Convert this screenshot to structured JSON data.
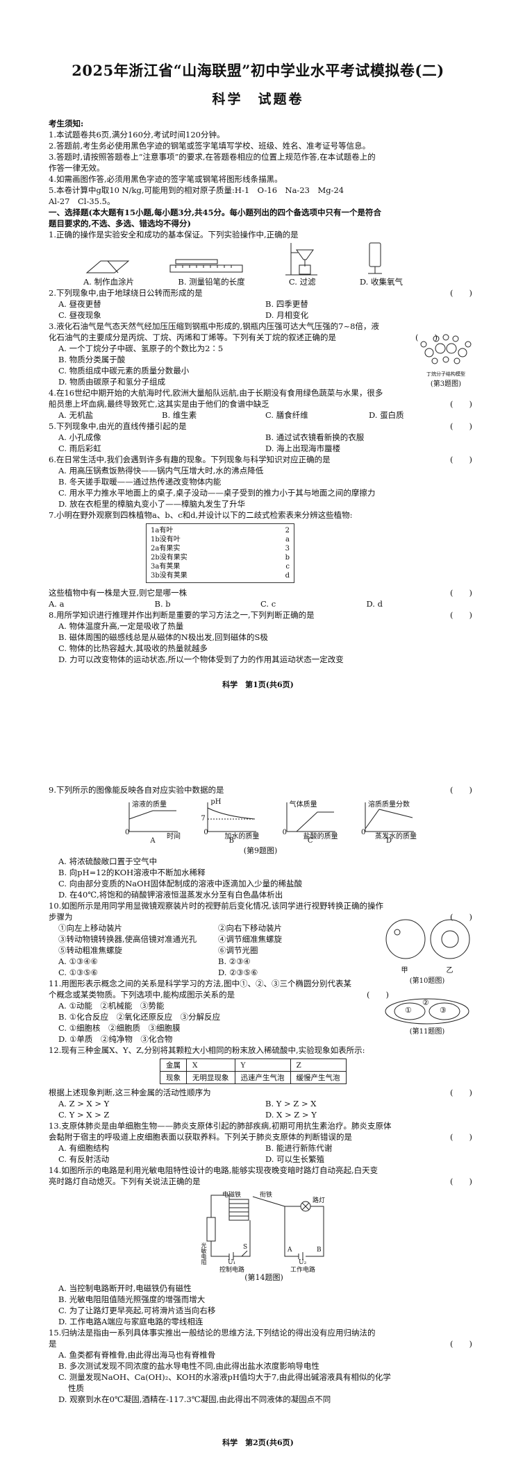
{
  "title": "2025年浙江省“山海联盟”初中学业水平考试模拟卷(二)",
  "subtitle": "科学　试题卷",
  "notice": {
    "heading": "考生须知:",
    "items": [
      "1.本试题卷共6页,满分160分,考试时间120分钟。",
      "2.答题前,考生务必使用黑色字迹的钢笔或签字笔填写学校、班级、姓名、准考证号等信息。",
      "3.答题时,请按照答题卷上“注意事项”的要求,在答题卷相应的位置上规范作答,在本试题卷上的",
      "作答一律无效。",
      "4.如需画图作答,必须用黑色字迹的签字笔或钢笔将图形线条描黑。",
      "5.本卷计算中g取10 N/kg,可能用到的相对原子质量:H-1　O-16　Na-23　Mg-24",
      "Al-27　Cl-35.5。"
    ]
  },
  "section1": {
    "line1": "一、选择题(本大题有15小题,每小题3分,共45分。每小题列出的四个备选项中只有一个是符合",
    "line2": "题目要求的,不选、多选、错选均不得分)"
  },
  "paren": "(　　)",
  "q1": {
    "stem": "1.正确的操作是实验安全和成功的基本保证。下列实验操作中,正确的是",
    "options": [
      "A. 制作血涂片",
      "B. 测量铅笔的长度",
      "C. 过滤",
      "D. 收集氧气"
    ]
  },
  "q2": {
    "stem": "2.下列现象中,由于地球绕日公转而形成的是",
    "options": [
      "A. 昼夜更替",
      "B. 四季更替",
      "C. 昼夜现象",
      "D. 月相变化"
    ]
  },
  "q3": {
    "stem": "3.液化石油气是气态天然气经加压压缩到钢瓶中形成的,钢瓶内压强可达大气压强的7~8倍，液",
    "stem2": "化石油气的主要成分是丙烷、丁烷、丙烯和丁烯等。下列有关丁烷的叙述正确的是",
    "options": [
      "A. 一个丁烷分子中碳、氢原子的个数比为2∶5",
      "B. 物质分类属于酸",
      "C. 物质组成中碳元素的质量分数最小",
      "D. 物质由碳原子和氢分子组成"
    ],
    "fig_label": "丁烷分子结构模型",
    "fig_caption": "(第3题图)"
  },
  "q4": {
    "stem": "4.在16世纪中期开始的大航海时代,欧洲大量船队远航,由于长期没有食用绿色蔬菜与水果，很多",
    "stem2": "船员患上坏血病,最终导致死亡,这其实是由于他们的食谱中缺乏",
    "options": [
      "A. 无机盐",
      "B. 维生素",
      "C. 膳食纤维",
      "D. 蛋白质"
    ]
  },
  "q5": {
    "stem": "5.下列现象中,由光的直线传播引起的是",
    "options": [
      "A. 小孔成像",
      "B. 通过试衣镜看新换的衣服",
      "C. 雨后彩虹",
      "D. 海上出现海市蜃楼"
    ]
  },
  "q6": {
    "stem": "6.在日常生活中,我们会遇到许多有趣的现象。下列现象与科学知识对应正确的是",
    "options": [
      "A. 用高压锅煮饭熟得快——锅内气压增大时,水的沸点降低",
      "B. 冬天搓手取暖——通过热传递改变物体内能",
      "C. 用水平力推水平地面上的桌子,桌子没动——桌子受到的推力小于其与地面之间的摩擦力",
      "D. 放在衣柜里的樟脑丸变小了——樟脑丸发生了升华"
    ]
  },
  "q7": {
    "stem": "7.小明在野外观察到四株植物a、b、c和d,并设计以下的二歧式检索表来分辨这些植物:",
    "key": [
      {
        "t": "1a有叶",
        "r": "2"
      },
      {
        "t": "1b没有叶",
        "r": "a"
      },
      {
        "t": "2a有果实",
        "r": "3"
      },
      {
        "t": "2b没有果实",
        "r": "b"
      },
      {
        "t": "3a有荚果",
        "r": "c"
      },
      {
        "t": "3b没有荚果",
        "r": "d"
      }
    ],
    "stem2": "这些植物中有一株是大豆,则它是哪一株",
    "options": [
      "A. a",
      "B. b",
      "C. c",
      "D. d"
    ]
  },
  "q8": {
    "stem": "8.用所学知识进行推理并作出判断是重要的学习方法之一,下列判断正确的是",
    "options": [
      "A. 物体温度升高,一定是吸收了热量",
      "B. 磁体周围的磁感线总是从磁体的N极出发,回到磁体的S极",
      "C. 物体的比热容越大,其吸收的热量就越多",
      "D. 力可以改变物体的运动状态,所以一个物体受到了力的作用其运动状态一定改变"
    ]
  },
  "footer1": "科学　第1页(共6页)",
  "q9": {
    "stem": "9.下列所示的图像能反映各自对应实验中数据的是",
    "charts": [
      {
        "ylabel": "溶液的质量",
        "xlabel": "时间",
        "letter": "A"
      },
      {
        "ylabel": "pH",
        "xlabel": "加水的质量",
        "letter": "B",
        "tick": "7"
      },
      {
        "ylabel": "气体质量",
        "xlabel": "盐酸的质量",
        "letter": "C"
      },
      {
        "ylabel": "溶质质量分数",
        "xlabel": "蒸发水的质量",
        "letter": "D"
      }
    ],
    "origin": "0",
    "fig_caption": "(第9题图)",
    "options": [
      "A. 将浓硫酸敞口置于空气中",
      "B. 向pH=12的KOH溶液中不断加水稀释",
      "C. 向由部分变质的NaOH固体配制成的溶液中逐滴加入少量的稀盐酸",
      "D. 在40℃,将饱和的硝酸钾溶液恒温蒸发水分至有白色晶体析出"
    ]
  },
  "q10": {
    "stem": "10.如图所示是用同学用显微镜观察装片时的视野前后变化情况,该同学进行视野转换正确的操作",
    "stem2": "步骤为",
    "steps": [
      "①向左上移动装片",
      "②向右下移动装片",
      "③转动物镜转换器,使高倍镜对准通光孔",
      "④调节细准焦螺旋",
      "⑤转动粗准焦螺旋",
      "⑥调节光圈"
    ],
    "options": [
      "A. ①③④⑥",
      "B. ②③④",
      "C. ①③⑤⑥",
      "D. ②③⑤⑥"
    ],
    "labels": [
      "甲",
      "乙"
    ],
    "fig_caption": "(第10题图)"
  },
  "q11": {
    "stem": "11.用图形表示概念之间的关系是科学学习的方法,图中①、②、③三个椭圆分别代表某",
    "stem2": "个概念或某类物质。下列选项中,能构成图示关系的是",
    "options": [
      "A. ①动能　②机械能　③势能",
      "B. ①化合反应　②氧化还原反应　③分解反应",
      "C. ①细胞核　②细胞质　③细胞膜",
      "D. ①单质　②纯净物　③化合物"
    ],
    "circles": [
      "①",
      "②",
      "③"
    ],
    "fig_caption": "(第11题图)"
  },
  "q12": {
    "stem": "12.现有三种金属X、Y、Z,分别将其颗粒大小相同的粉末放入稀硫酸中,实验现象如表所示:",
    "table_header": [
      "金属",
      "X",
      "Y",
      "Z"
    ],
    "table_row": [
      "现象",
      "无明显现象",
      "迅速产生气泡",
      "缓慢产生气泡"
    ],
    "stem2": "根据上述现象判断,这三种金属的活动性顺序为",
    "options": [
      "A. Z > X > Y",
      "B. Y > Z > X",
      "C. Y > X > Z",
      "D. X > Z > Y"
    ]
  },
  "q13": {
    "stem": "13.支原体肺炎是由单细胞生物——肺炎支原体引起的肺部疾病,初期可用抗生素治疗。肺炎支原体",
    "stem2": "会黏附于宿主的呼吸道上皮细胞表面以获取养料。下列关于肺炎支原体的判断错误的是",
    "options": [
      "A. 有细胞结构",
      "B. 能进行新陈代谢",
      "C. 有反射活动",
      "D. 可以生长繁殖"
    ]
  },
  "q14": {
    "stem": "14.如图所示的电路是利用光敏电阻特性设计的电路,能够实现夜晚变暗时路灯自动亮起,白天变",
    "stem2": "亮时路灯自动熄灭。下列有关说法正确的是",
    "fig_labels": {
      "electromagnet": "电磁铁",
      "armature": "衔铁",
      "lamp": "路灯",
      "ldr": "光敏电阻",
      "control": "控制电路",
      "work": "工作电路",
      "s": "S",
      "u1": "U₁",
      "u2": "U₂",
      "a": "A",
      "b": "B"
    },
    "fig_caption": "(第14题图)",
    "options": [
      "A. 当控制电路断开时,电磁铁仍有磁性",
      "B. 光敏电阻阻值随光照强度的增强而增大",
      "C. 为了让路灯更早亮起,可将滑片适当向右移",
      "D. 工作电路A端应与家庭电路的零线相连"
    ]
  },
  "q15": {
    "stem": "15.归纳法是指由一系列具体事实推出一般结论的思维方法,下列结论的得出没有应用归纳法的",
    "stem2": "是",
    "options": [
      "A. 鱼类都有脊椎骨,由此得出海马也有脊椎骨",
      "B. 多次测试发现不同浓度的盐水导电性不同,由此得出盐水浓度影响导电性",
      "C. 测量发现NaOH、Ca(OH)₂、KOH的水溶液pH值均大于7,由此得出碱溶液具有相似的化学",
      "性质",
      "D. 观察到水在0℃凝固,酒精在-117.3℃凝固,由此得出不同液体的凝固点不同"
    ]
  },
  "footer2": "科学　第2页(共6页)"
}
